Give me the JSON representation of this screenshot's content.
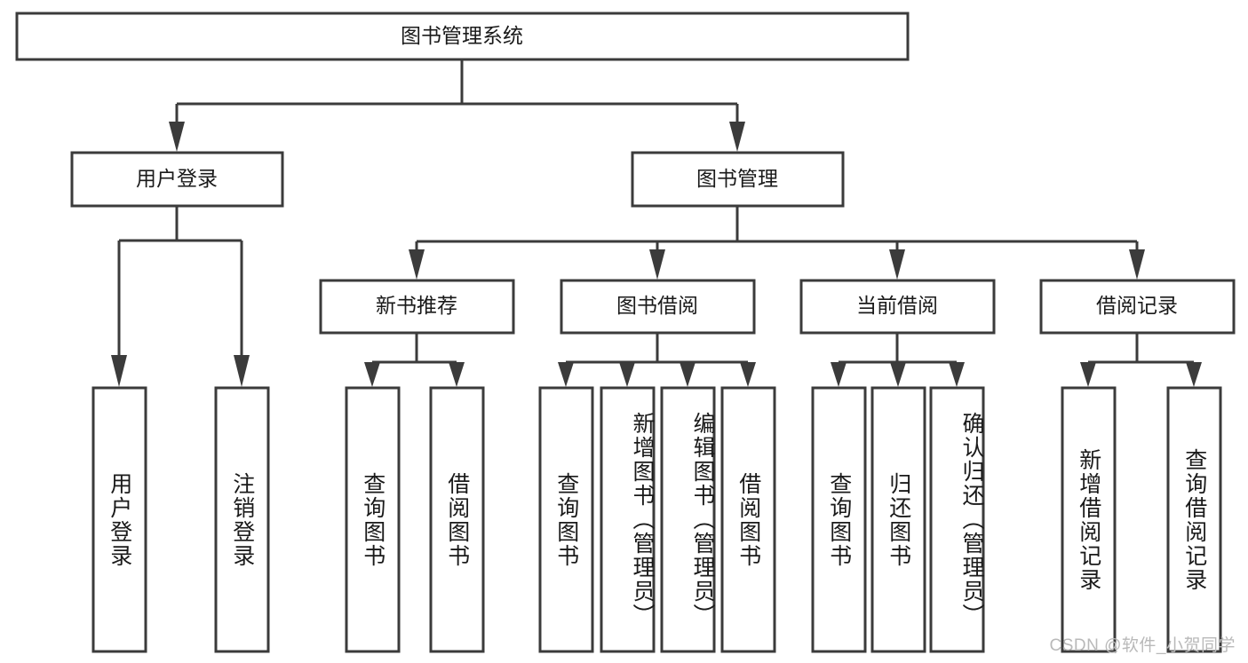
{
  "diagram": {
    "type": "tree-hierarchy",
    "title": "图书管理系统",
    "orientation": "top-down",
    "watermark": "CSDN @软件_小贺同学",
    "levels": {
      "root": {
        "label": "图书管理系统"
      },
      "level2": [
        {
          "id": "user-login",
          "label": "用户登录"
        },
        {
          "id": "book-management",
          "label": "图书管理"
        }
      ],
      "level3": [
        {
          "id": "new-book-recommend",
          "label": "新书推荐",
          "parent": "book-management"
        },
        {
          "id": "book-borrow",
          "label": "图书借阅",
          "parent": "book-management"
        },
        {
          "id": "current-borrow",
          "label": "当前借阅",
          "parent": "book-management"
        },
        {
          "id": "borrow-record",
          "label": "借阅记录",
          "parent": "book-management"
        }
      ],
      "leaves": [
        {
          "id": "leaf-user-login",
          "label": "用户登录",
          "parent": "user-login"
        },
        {
          "id": "leaf-logout-login",
          "label": "注销登录",
          "parent": "user-login"
        },
        {
          "id": "leaf-query-book-1",
          "label": "查询图书",
          "parent": "new-book-recommend"
        },
        {
          "id": "leaf-borrow-book-1",
          "label": "借阅图书",
          "parent": "new-book-recommend"
        },
        {
          "id": "leaf-query-book-2",
          "label": "查询图书",
          "parent": "book-borrow"
        },
        {
          "id": "leaf-add-book",
          "label": "新增图书（管理员）",
          "parent": "book-borrow"
        },
        {
          "id": "leaf-edit-book",
          "label": "编辑图书（管理员）",
          "parent": "book-borrow"
        },
        {
          "id": "leaf-borrow-book-2",
          "label": "借阅图书",
          "parent": "book-borrow"
        },
        {
          "id": "leaf-query-book-3",
          "label": "查询图书",
          "parent": "current-borrow"
        },
        {
          "id": "leaf-return-book",
          "label": "归还图书",
          "parent": "current-borrow"
        },
        {
          "id": "leaf-confirm-return",
          "label": "确认归还（管理员）",
          "parent": "current-borrow"
        },
        {
          "id": "leaf-add-record",
          "label": "新增借阅记录",
          "parent": "borrow-record"
        },
        {
          "id": "leaf-query-record",
          "label": "查询借阅记录",
          "parent": "borrow-record"
        }
      ]
    },
    "colors": {
      "box_stroke": "#3b3b3b",
      "box_fill": "#ffffff",
      "text": "#1a1a1a",
      "watermark": "#b9b9b9",
      "background": "#ffffff"
    }
  }
}
